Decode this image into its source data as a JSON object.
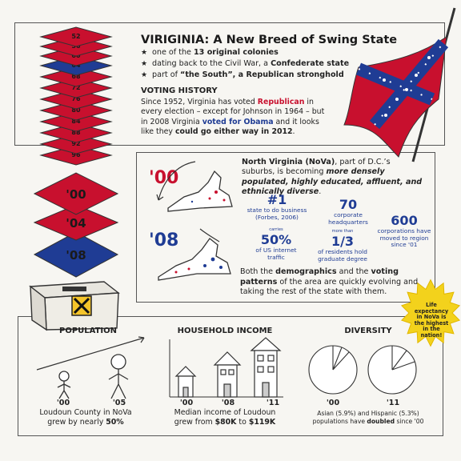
{
  "header": {
    "title": "VIRIGINIA: A New Breed of Swing State",
    "bullets": [
      {
        "pre": "one of the ",
        "bold": "13 original colonies",
        "post": ""
      },
      {
        "pre": "dating back to the Civil War, a ",
        "bold": "Confederate state",
        "post": ""
      },
      {
        "pre": "part of ",
        "bold": "“the South”, a Republican stronghold",
        "post": ""
      }
    ]
  },
  "voting": {
    "heading": "VOTING HISTORY",
    "t1": "Since 1952, Virginia has voted ",
    "republican": "Republican",
    "t2": " in every election – except for Johnson in 1964 – but in 2008 Virginia ",
    "obama": "voted for Obama",
    "t3": " and it looks like they ",
    "either": "could go either way in 2012",
    "t4": "."
  },
  "stack_years": [
    "52",
    "56",
    "60",
    "64",
    "68",
    "72",
    "76",
    "80",
    "84",
    "88",
    "92",
    "96",
    "'00",
    "'04",
    "'08"
  ],
  "nova": {
    "lead": "North Virginia (NoVa)",
    "t1": ", part of D.C.’s suburbs, is becoming ",
    "em": "more densely populated, highly educated, affluent, and ethnically diverse",
    "t2": ".",
    "map_years": [
      "'00",
      "'08"
    ]
  },
  "stats": {
    "s1_big": "#1",
    "s1_small": "state to do business (Forbes, 2006)",
    "s2_big": "70",
    "s2_small": "corporate headquarters",
    "s3_big": "600",
    "s3_small": "corporations have moved to region since '01",
    "s4_pre": "carries",
    "s4_big": "50%",
    "s4_small": "of US internet traffic",
    "s5_pre": "more than",
    "s5_big": "1/3",
    "s5_small": "of residents hold graduate degree"
  },
  "patterns": {
    "t1": "Both the ",
    "b1": "demographics",
    "t2": " and the ",
    "b2": "voting patterns",
    "t3": " of the area are quickly evolving and taking the rest of the state with them."
  },
  "burst": "Life expectancy in NoVa is the highest in the nation!",
  "population": {
    "heading": "POPULATION",
    "years": [
      "'00",
      "'05"
    ],
    "caption_pre": "Loudoun County in NoVa grew by nearly ",
    "caption_bold": "50%"
  },
  "income": {
    "heading": "HOUSEHOLD INCOME",
    "years": [
      "'00",
      "'08",
      "'11"
    ],
    "caption_pre": "Median income of Loudoun grew from ",
    "caption_b1": "$80K",
    "caption_mid": " to ",
    "caption_b2": "$119K"
  },
  "diversity": {
    "heading": "DIVERSITY",
    "years": [
      "'00",
      "'11"
    ],
    "caption_pre": "Asian (5.9%) and Hispanic (5.3%) populations have ",
    "caption_bold": "doubled",
    "caption_post": " since '00"
  },
  "colors": {
    "red": "#c8102e",
    "blue": "#1f3c94"
  }
}
